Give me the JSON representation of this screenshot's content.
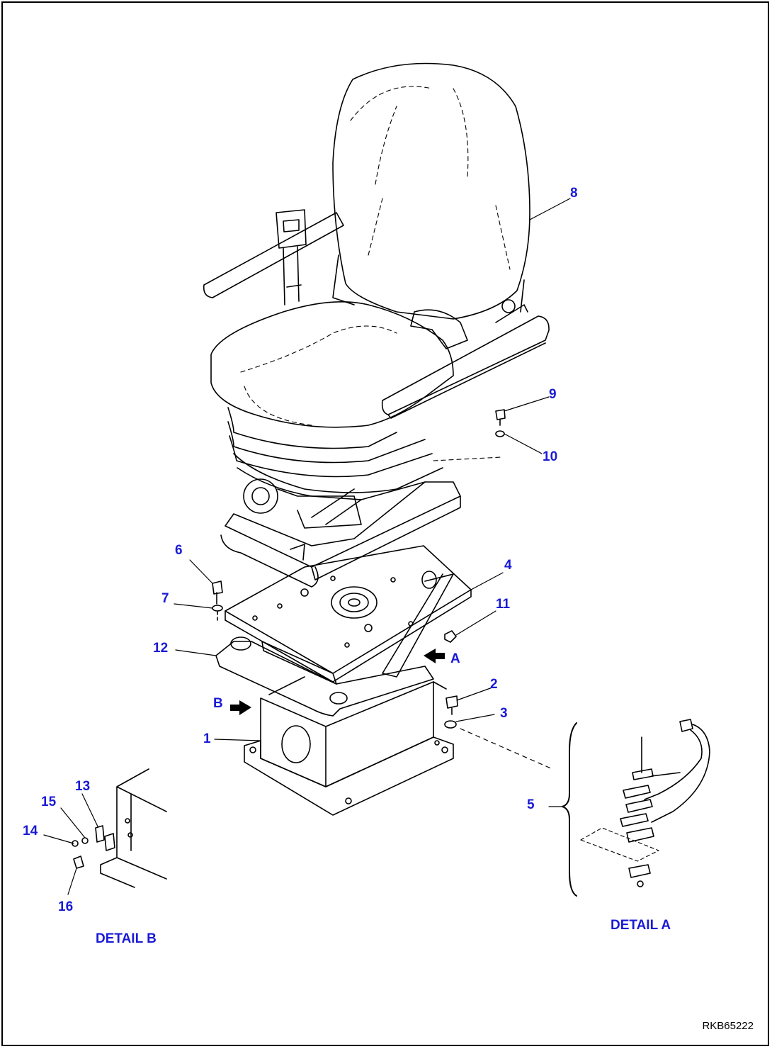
{
  "callouts": {
    "c1": "1",
    "c2": "2",
    "c3": "3",
    "c4": "4",
    "c5": "5",
    "c6": "6",
    "c7": "7",
    "c8": "8",
    "c9": "9",
    "c10": "10",
    "c11": "11",
    "c12": "12",
    "c13": "13",
    "c14": "14",
    "c15": "15",
    "c16": "16"
  },
  "views": {
    "a": "A",
    "b": "B"
  },
  "details": {
    "a": "DETAIL A",
    "b": "DETAIL B"
  },
  "drawing_code": "RKB65222",
  "colors": {
    "label": "#1a1ad6",
    "line": "#000000",
    "frame": "#000000"
  }
}
